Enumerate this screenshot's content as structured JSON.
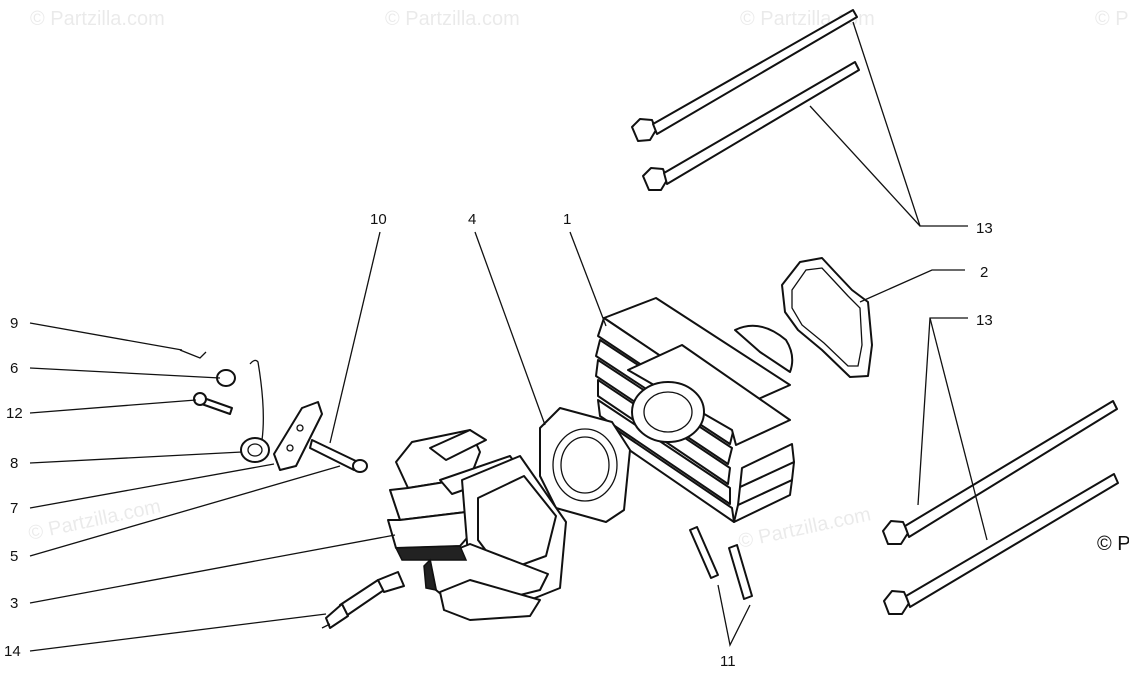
{
  "watermark": "© Partzilla.com",
  "copyright_mark": "© P",
  "callouts": {
    "c1": "1",
    "c2": "2",
    "c3": "3",
    "c4": "4",
    "c5": "5",
    "c6": "6",
    "c7": "7",
    "c8": "8",
    "c9": "9",
    "c10": "10",
    "c11": "11",
    "c12": "12",
    "c13a": "13",
    "c13b": "13",
    "c14": "14"
  }
}
